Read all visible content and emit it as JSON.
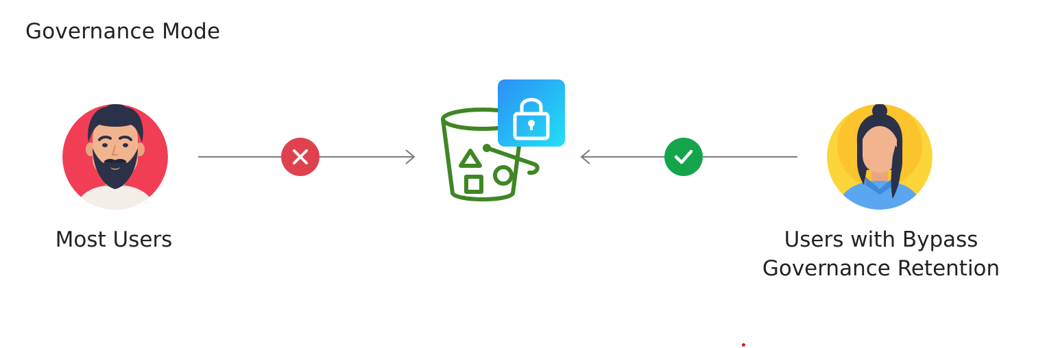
{
  "title": "Governance Mode",
  "actors": {
    "left": {
      "label": "Most Users",
      "icon": "bearded-man-avatar-icon",
      "background_color": "#f23e55"
    },
    "right": {
      "label_lines": [
        "Users with Bypass",
        "Governance Retention"
      ],
      "icon": "woman-avatar-icon",
      "background_color": "#fcd53a"
    }
  },
  "center": {
    "icon": "s3-bucket-icon",
    "bucket_color": "#3f8624",
    "lock_icon": "padlock-icon",
    "lock_colors": [
      "#2b8ff6",
      "#22e0f5"
    ]
  },
  "connections": {
    "left_to_bucket": {
      "status": "denied",
      "icon": "x-mark-icon",
      "color": "#e0414f"
    },
    "right_to_bucket": {
      "status": "allowed",
      "icon": "check-mark-icon",
      "color": "#14a54a"
    }
  },
  "colors": {
    "text": "#222222",
    "line": "#7a7a7a",
    "stray_dot": "#d41c1c"
  }
}
